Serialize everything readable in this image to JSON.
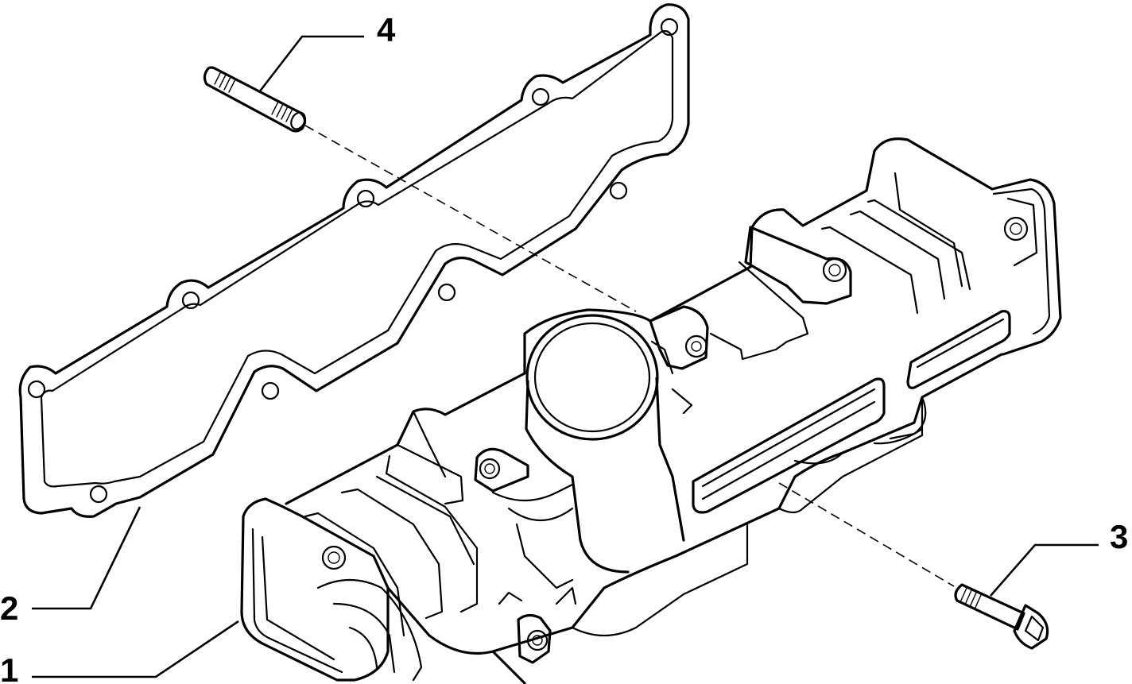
{
  "diagram": {
    "colors": {
      "line": "#000000",
      "background": "#ffffff"
    },
    "callouts": [
      {
        "id": "1",
        "label": "1",
        "part": "intake-manifold"
      },
      {
        "id": "2",
        "label": "2",
        "part": "gasket"
      },
      {
        "id": "3",
        "label": "3",
        "part": "bolt"
      },
      {
        "id": "4",
        "label": "4",
        "part": "stud"
      }
    ]
  }
}
